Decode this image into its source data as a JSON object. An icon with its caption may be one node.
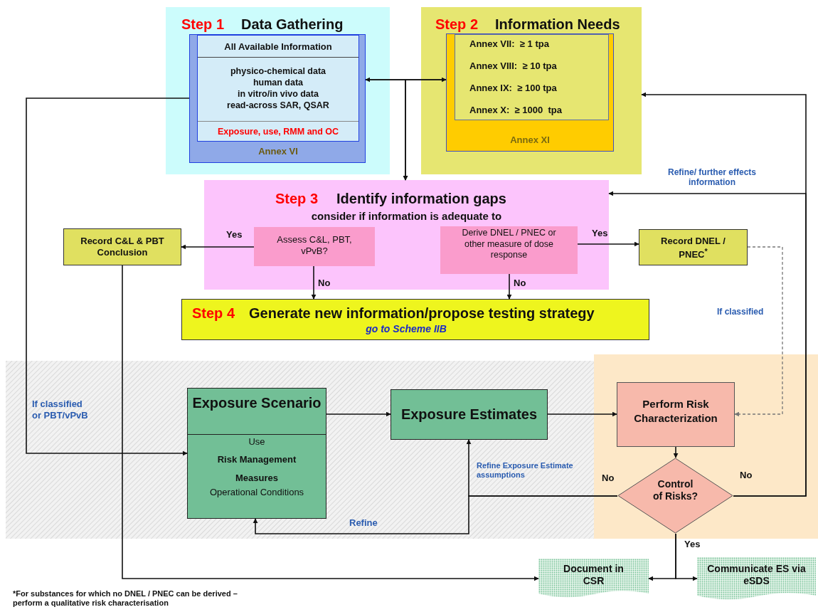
{
  "diagram": {
    "nodes": [
      {
        "text": [
          "Step 1",
          "Data Gathering"
        ]
      },
      {
        "text": [
          "Annex VI"
        ],
        "in": 0
      },
      {
        "text": [
          "All Available Information",
          "physico-chemical data",
          "human data",
          "in vitro/in vivo data",
          "read-across SAR, QSAR",
          "Exposure, use, RMM and OC"
        ],
        "in": 1
      },
      {
        "text": [
          "Step 2",
          "Information Needs"
        ]
      },
      {
        "text": [
          "Annex XI"
        ],
        "in": 3
      },
      {
        "text": [
          "Annex VII:  ≥ 1 tpa",
          "Annex VIII:  ≥ 10 tpa",
          "Annex IX:  ≥ 100 tpa",
          "Annex X:  ≥ 1000  tpa"
        ],
        "in": 4
      },
      {
        "text": [
          "Step 3",
          "Identify information gaps",
          "consider if information is adequate to"
        ]
      },
      {
        "text": [
          "Assess C&L, PBT, vPvB?"
        ],
        "in": 6
      },
      {
        "text": [
          "Derive DNEL / PNEC or  other measure of dose response"
        ],
        "in": 6
      },
      {
        "text": [
          "Record C&L & PBT Conclusion"
        ]
      },
      {
        "text": [
          "Record DNEL / PNEC$^{*}$"
        ]
      },
      {
        "text": [
          "Step 4",
          "Generate new information/propose testing strategy",
          "go to Scheme IIB"
        ]
      },
      {
        "text": [
          "Exposure Scenario",
          "Use",
          "Risk Management Measures",
          "Operational Conditions"
        ]
      },
      {
        "text": [
          "Exposure Estimates"
        ]
      },
      {
        "text": [
          "Perform Risk Characterization"
        ]
      },
      {
        "text": [
          "Control of Risks?"
        ]
      },
      {
        "text": [
          "Document in CSR"
        ]
      },
      {
        "text": [
          "Communicate ES via eSDS"
        ]
      }
    ],
    "edges": [
      {
        "from": 1,
        "to": 4,
        "arrow": "both"
      },
      {
        "from": 1,
        "to": 6,
        "arrow": "to"
      },
      {
        "from": 4,
        "to": 6,
        "arrow": "to"
      },
      {
        "from": 1,
        "to": 12,
        "arrow": "to",
        "label": "If classified or PBT/vPvB"
      },
      {
        "from": 7,
        "to": 9,
        "arrow": "to",
        "label": "Yes"
      },
      {
        "from": 7,
        "to": 11,
        "arrow": "to",
        "label": "No"
      },
      {
        "from": 8,
        "to": 10,
        "arrow": "to",
        "label": "Yes"
      },
      {
        "from": 8,
        "to": 11,
        "arrow": "to",
        "label": "No"
      },
      {
        "from": 9,
        "to": 16,
        "arrow": "to"
      },
      {
        "from": 10,
        "to": 14,
        "arrow": "to",
        "label": "If classified",
        "style": "dashed",
        "color": "#777777"
      },
      {
        "from": 12,
        "to": 13,
        "arrow": "to"
      },
      {
        "from": 13,
        "to": 14,
        "arrow": "to"
      },
      {
        "from": 14,
        "to": 15,
        "arrow": "to"
      },
      {
        "from": 15,
        "to": 13,
        "arrow": "to",
        "label": "No"
      },
      {
        "from": 15,
        "to": 12,
        "arrow": "to",
        "label": "Refine"
      },
      {
        "from": 15,
        "to": 3,
        "arrow": "to",
        "label": "No"
      },
      {
        "from": 15,
        "to": 6,
        "arrow": "to",
        "label": "Refine/ further effects information"
      },
      {
        "from": 15,
        "to": 16,
        "arrow": "to",
        "label": "Yes"
      },
      {
        "from": 15,
        "to": 17,
        "arrow": "to"
      }
    ],
    "labels": [
      "Refine Exposure Estimate assumptions",
      "*For substances for which no DNEL / PNEC can be derived – perform a qualitative risk characterisation"
    ]
  }
}
